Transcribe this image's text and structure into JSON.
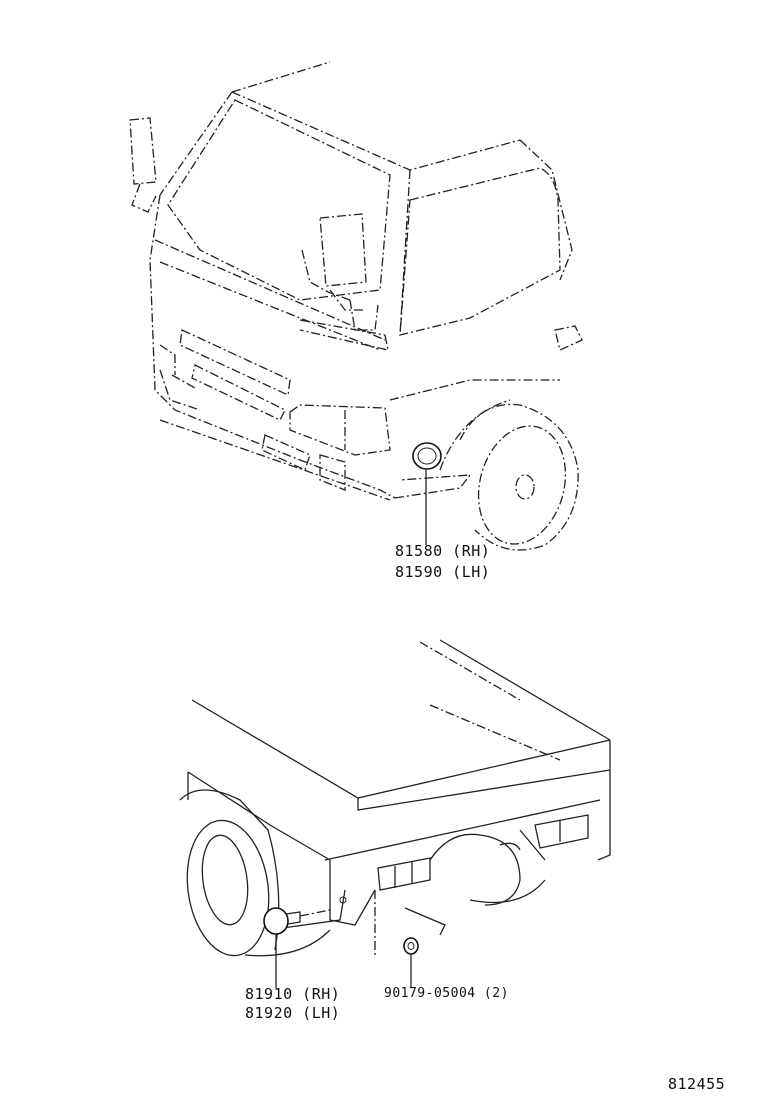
{
  "diagram_id": "812455",
  "front_lamp": {
    "part_rh": "81580 (RH)",
    "part_lh": "81590 (LH)"
  },
  "rear_lamp": {
    "part_rh": "81910 (RH)",
    "part_lh": "81920 (LH)",
    "screw": "90179-05004 (2)"
  }
}
